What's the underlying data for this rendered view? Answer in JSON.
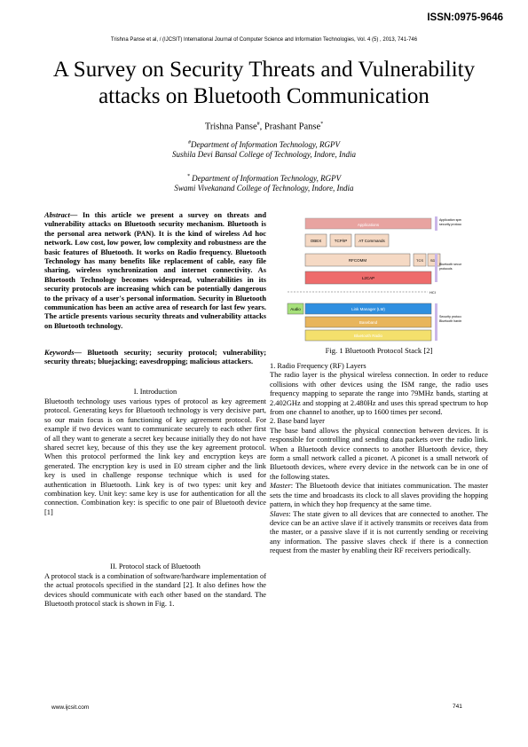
{
  "header": {
    "issn": "ISSN:0975-9646",
    "running_head": "Trishna Panse et al, / (IJCSIT) International Journal of Computer Science and Information Technologies, Vol. 4 (5) , 2013, 741-746"
  },
  "title": {
    "line1": "A Survey on Security Threats and Vulnerability",
    "line2": "attacks on Bluetooth Communication"
  },
  "authors": {
    "author1": "Trishna Panse",
    "author1_mark": "#",
    "separator": ", ",
    "author2": "Prashant Panse",
    "author2_mark": "*"
  },
  "affiliations": [
    {
      "mark": "#",
      "line1": "Department of Information Technology, RGPV",
      "line2": "Sushila Devi Bansal College of Technology, Indore, India"
    },
    {
      "mark": "*",
      "line1": " Department of Information Technology, RGPV",
      "line2": "Swami Vivekanand  College of Technology, Indore, India"
    }
  ],
  "abstract": {
    "label": "Abstract",
    "text": "— In this article we present a survey on threats and vulnerability attacks on Bluetooth security mechanism. Bluetooth is the personal area network (PAN). It is the kind of wireless Ad hoc network. Low cost, low power, low complexity and robustness are the basic features of Bluetooth. It works on Radio frequency. Bluetooth Technology has many benefits like replacement of cable, easy file sharing, wireless synchronization and internet connectivity. As Bluetooth Technology becomes widespread, vulnerabilities in its security protocols are increasing which can be potentially dangerous to the privacy of a user's personal information. Security in Bluetooth communication has been an active area of research for last few years. The article presents various security threats and vulnerability attacks on Bluetooth technology."
  },
  "keywords": {
    "label": "Keywords",
    "text": "— Bluetooth security; security protocol; vulnerability; security threats; bluejacking; eavesdropping; malicious attackers."
  },
  "section1": {
    "heading": "I.    Introduction",
    "body": "Bluetooth technology uses various types of protocol as key agreement protocol. Generating keys for Bluetooth technology is very decisive part, so our main focus is on functioning of key agreement protocol. For example if two devices want to communicate securely to each other first of all they want to generate a secret key because initially they do not have shared secret key, because of this they use the key agreement protocol. When this protocol performed the link key and encryption keys are generated. The encryption key is used in E0 stream cipher and the link key is used in challenge response technique which is used for authentication in Bluetooth. Link key is of two types: unit key and combination key. Unit key: same key is use for authentication for all the connection. Combination key: is specific to one pair of Bluetooth device [1]"
  },
  "section2": {
    "heading": "II. Protocol stack of Bluetooth",
    "body": "A protocol stack is a combination of software/hardware implementation of the actual protocols specified in the standard [2]. It also defines how the devices should communicate with each other based on the standard. The Bluetooth protocol stack is shown in Fig. 1."
  },
  "figure": {
    "caption": "Fig. 1 Bluetooth Protocol Stack [2]",
    "labels": {
      "applications": "Applications",
      "obex": "OBEX",
      "tcpip": "TCP/IP",
      "at": "AT Commands",
      "rfcomm": "RFCOMM",
      "tcs": "TCS",
      "sdp": "SDP",
      "l2cap": "L2CAP",
      "hci": "HCI",
      "audio": "Audio",
      "lmp": "Link Manager (LM)",
      "baseband": "Baseband",
      "radio": "Bluetooth Radio",
      "side_app": "Application specific security protocol",
      "side_mid": "Bluetooth security protocols",
      "side_low": "Security protocols in Bluetooth hardware"
    }
  },
  "right_col": {
    "p1_head": "1. Radio Frequency (RF) Layers",
    "p1_body": "The radio layer is the physical wireless connection. In order to reduce collisions with other devices using the ISM range, the radio uses frequency mapping to separate the range into 79MHz bands, starting at 2.402GHz and stopping at 2.480Hz and uses this spread spectrum to hop from one channel to another, up to 1600 times per second.",
    "p2_head": "2. Base band layer",
    "p2_body": "The base band allows the physical connection between devices. It is responsible for controlling and sending data packets over the radio link. When a Bluetooth device connects to another Bluetooth device, they form a small network called a piconet. A piconet is a small network of Bluetooth devices, where every device in the network can be in one of the following states.",
    "master_label": "Master",
    "master_body": ": The Bluetooth device that initiates communication. The master sets the time and broadcasts its clock to all slaves providing the hopping pattern, in which they hop frequency at the same time.",
    "slaves_label": "Slaves",
    "slaves_body": ": The state given to all devices that are connected to another. The device can be an active slave if it actively transmits or receives data from the master, or a passive slave if it is not currently sending or receiving any information. The passive slaves check if there is a connection request from the master by enabling their RF receivers periodically."
  },
  "footer": {
    "url": "www.ijcsit.com",
    "page": "741"
  },
  "colors": {
    "applications": "#e8a3a0",
    "upper": "#f5d9c4",
    "l2cap": "#ee6b6b",
    "audio": "#a6e07a",
    "lmp": "#2f8fe0",
    "baseband": "#e8b55c",
    "radio": "#f4e06c",
    "bracket": "#c9b6e8"
  }
}
